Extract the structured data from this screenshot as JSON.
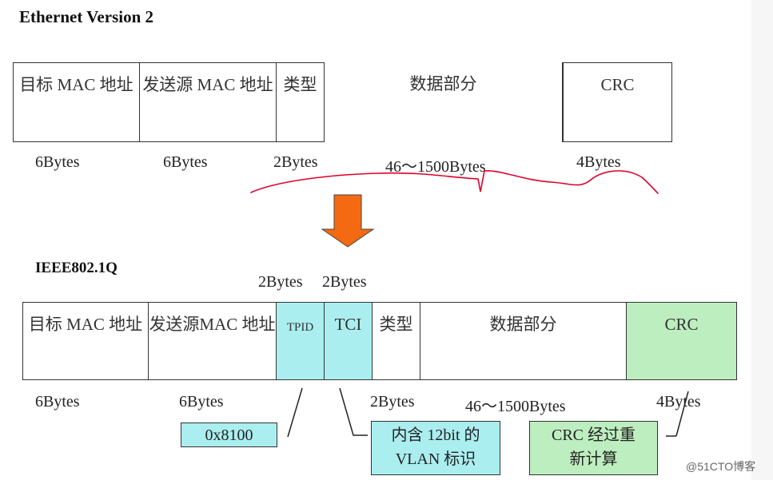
{
  "ethernet": {
    "title": "Ethernet Version 2",
    "fields": [
      {
        "label": "目标 MAC 地址"
      },
      {
        "label": "发送源 MAC 地址"
      },
      {
        "label": "类型"
      },
      {
        "label": "数据部分"
      },
      {
        "label": "CRC"
      }
    ],
    "sizes": [
      "6Bytes",
      "6Bytes",
      "2Bytes",
      "46～1500Bytes",
      "4Bytes"
    ]
  },
  "dot1q": {
    "title": "IEEE802.1Q",
    "top_sizes": [
      "2Bytes",
      "2Bytes"
    ],
    "fields": [
      {
        "label": "目标 MAC 地址"
      },
      {
        "label": "发送源MAC 地址"
      },
      {
        "label": "TPID"
      },
      {
        "label": "TCI"
      },
      {
        "label": "类型"
      },
      {
        "label": "数据部分"
      },
      {
        "label": "CRC"
      }
    ],
    "sizes": [
      "6Bytes",
      "6Bytes",
      "2Bytes",
      "46～1500Bytes",
      "4Bytes"
    ],
    "callouts": {
      "tpid_value": "0x8100",
      "tci_note": "内含 12bit 的 VLAN 标识",
      "crc_note": "CRC 经过重新计算"
    }
  },
  "colors": {
    "arrow": "#f36a12",
    "tag_fields": "#aaeef0",
    "crc_field": "#bdeebf",
    "annotation_stroke": "#e0002a"
  },
  "watermark": "@51CTO博客"
}
